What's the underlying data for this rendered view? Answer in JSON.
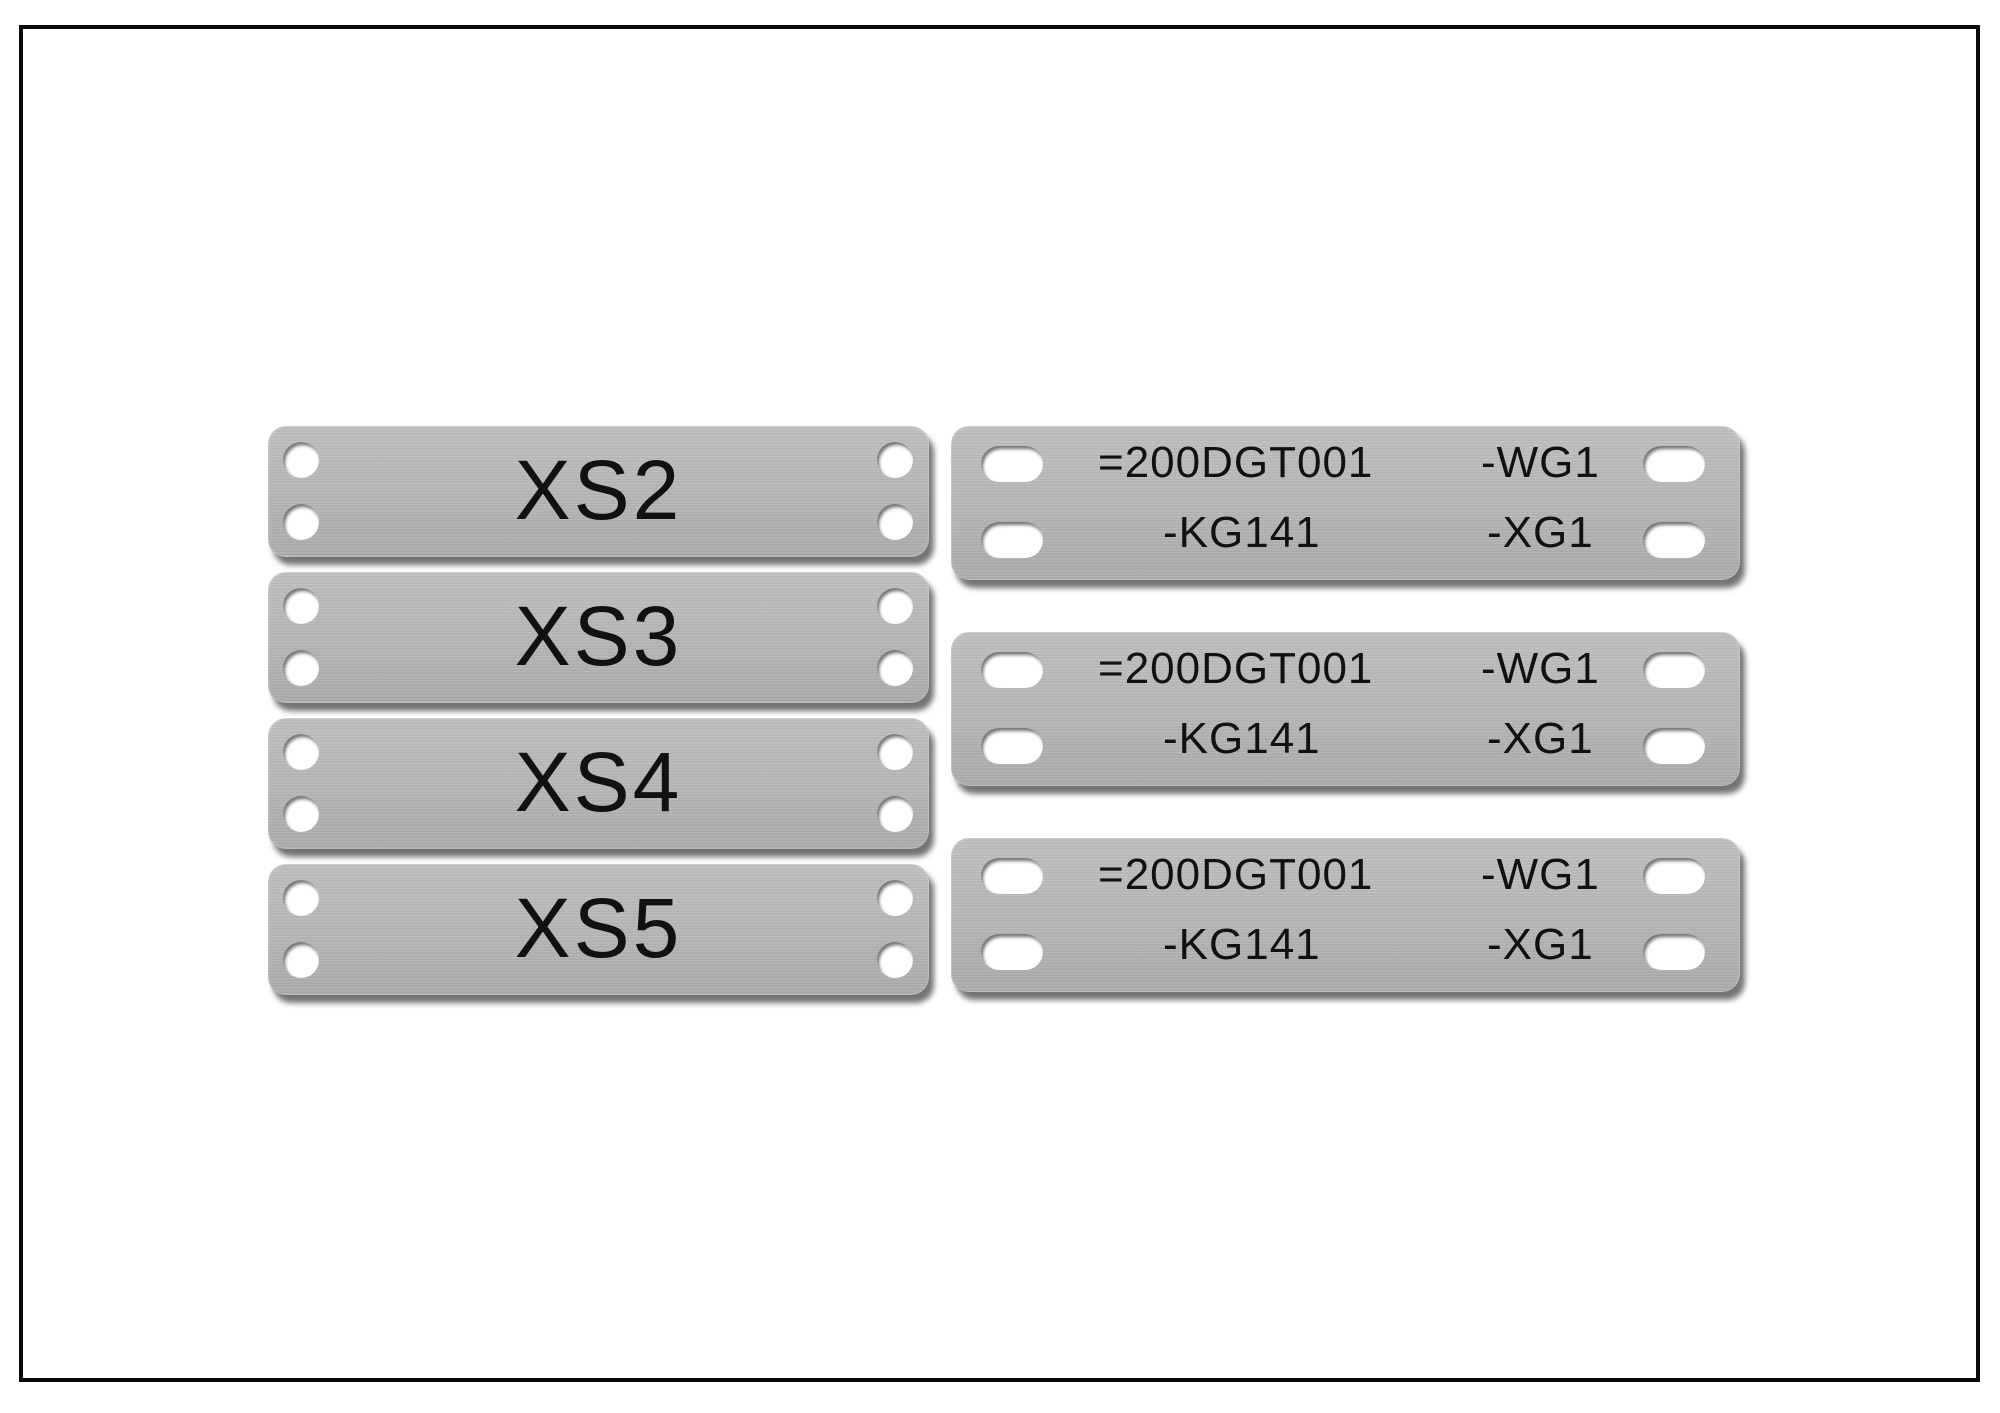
{
  "small_tags": [
    {
      "label": "XS2"
    },
    {
      "label": "XS3"
    },
    {
      "label": "XS4"
    },
    {
      "label": "XS5"
    }
  ],
  "large_tags": [
    {
      "line1_left": "=200DGT001",
      "line1_right": "-WG1",
      "line2_left": "-KG141",
      "line2_right": "-XG1"
    },
    {
      "line1_left": "=200DGT001",
      "line1_right": "-WG1",
      "line2_left": "-KG141",
      "line2_right": "-XG1"
    },
    {
      "line1_left": "=200DGT001",
      "line1_right": "-WG1",
      "line2_left": "-KG141",
      "line2_right": "-XG1"
    }
  ],
  "colors": {
    "tag_metal": "#b5b5b7",
    "engraving": "#111111",
    "border": "#0a0a0a",
    "background": "#ffffff"
  }
}
